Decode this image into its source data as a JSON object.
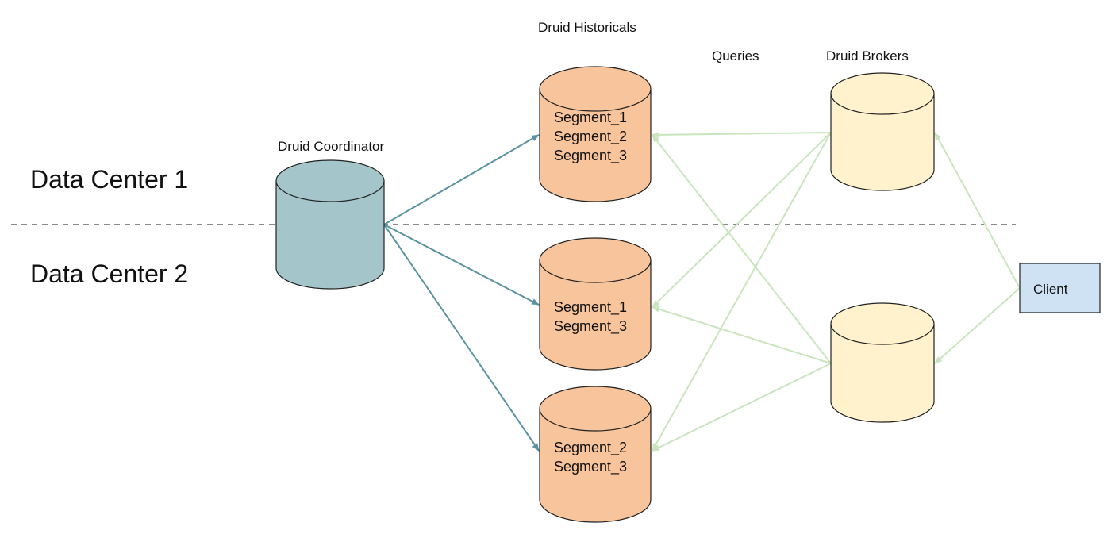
{
  "labels": {
    "druid_historicals": "Druid Historicals",
    "queries": "Queries",
    "druid_brokers": "Druid Brokers",
    "druid_coordinator": "Druid Coordinator",
    "data_center_1": "Data Center 1",
    "data_center_2": "Data Center 2",
    "client": "Client"
  },
  "historicals": [
    {
      "segments": [
        "Segment_1",
        "Segment_2",
        "Segment_3"
      ]
    },
    {
      "segments": [
        "Segment_1",
        "Segment_3"
      ]
    },
    {
      "segments": [
        "Segment_2",
        "Segment_3"
      ]
    }
  ],
  "colors": {
    "coordinator_fill": "#a4c5c9",
    "historical_fill": "#f8c49c",
    "broker_fill": "#fff2cc",
    "client_fill": "#cfe2f3",
    "coordinator_edge": "#5b93a0",
    "query_edge": "#c9e5bd",
    "divider": "#444444"
  }
}
